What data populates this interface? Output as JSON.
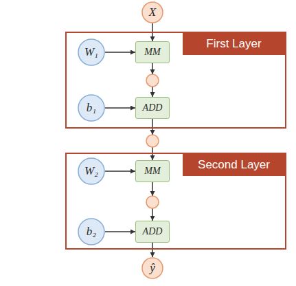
{
  "diagram": {
    "nodes": [
      {
        "text": [
          "X"
        ]
      },
      {
        "text": [
          "First Layer"
        ]
      },
      {
        "text": [
          "W₁"
        ],
        "in": 1
      },
      {
        "text": [
          "MM"
        ],
        "in": 1
      },
      {
        "text": [
          "b₁"
        ],
        "in": 1
      },
      {
        "text": [
          "ADD"
        ],
        "in": 1
      },
      {
        "text": [
          "Second Layer"
        ]
      },
      {
        "text": [
          "W₂"
        ],
        "in": 6
      },
      {
        "text": [
          "MM"
        ],
        "in": 6
      },
      {
        "text": [
          "b₂"
        ],
        "in": 6
      },
      {
        "text": [
          "ADD"
        ],
        "in": 6
      },
      {
        "text": [
          "ŷ"
        ]
      }
    ],
    "edges": [
      {
        "from": 0,
        "to": 3,
        "arrow": "to"
      },
      {
        "from": 2,
        "to": 3,
        "arrow": "to"
      },
      {
        "from": 3,
        "to": 5,
        "arrow": "to"
      },
      {
        "from": 4,
        "to": 5,
        "arrow": "to"
      },
      {
        "from": 5,
        "to": 8,
        "arrow": "to"
      },
      {
        "from": 7,
        "to": 8,
        "arrow": "to"
      },
      {
        "from": 8,
        "to": 10,
        "arrow": "to"
      },
      {
        "from": 9,
        "to": 10,
        "arrow": "to"
      },
      {
        "from": 10,
        "to": 11,
        "arrow": "to"
      }
    ]
  }
}
